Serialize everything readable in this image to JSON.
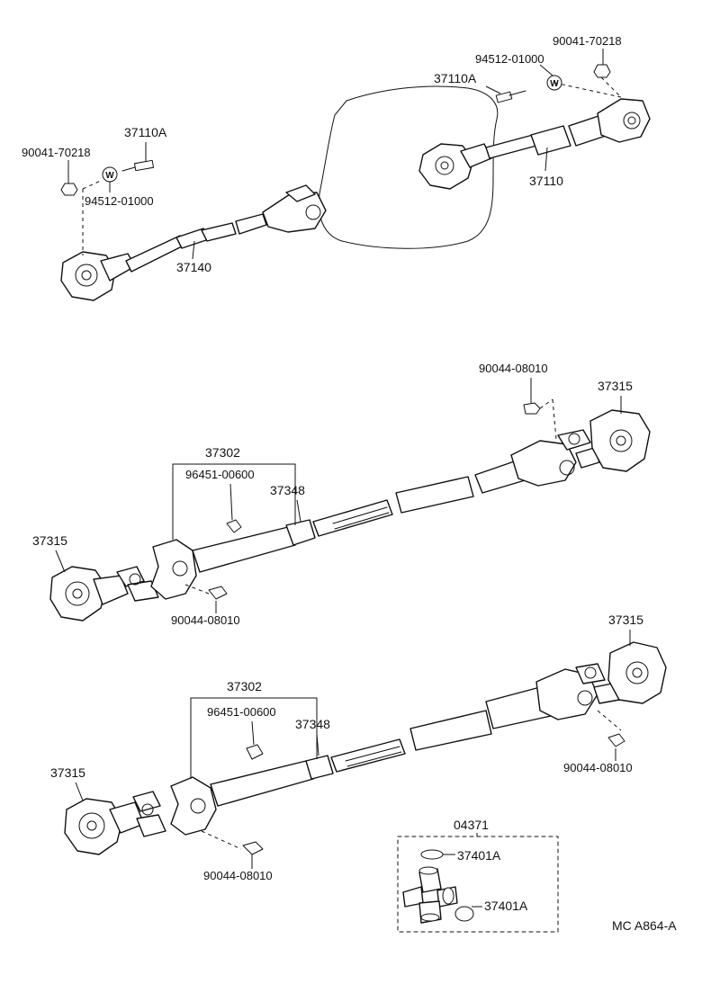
{
  "labels": {
    "p_37110A_top": "37110A",
    "p_94512_top": "94512-01000",
    "p_90041_top": "90041-70218",
    "p_37110": "37110",
    "p_37110A_left": "37110A",
    "p_90041_left": "90041-70218",
    "p_94512_left": "94512-01000",
    "p_37140": "37140",
    "p_90044_mid_top": "90044-08010",
    "p_37315_mid_right": "37315",
    "p_37302_mid": "37302",
    "p_96451_mid": "96451-00600",
    "p_37348_mid": "37348",
    "p_37315_mid_left": "37315",
    "p_90044_mid_bottom": "90044-08010",
    "p_37315_low_right": "37315",
    "p_37302_low": "37302",
    "p_96451_low": "96451-00600",
    "p_37348_low": "37348",
    "p_90044_low_right": "90044-08010",
    "p_37315_low_left": "37315",
    "p_90044_low_bottom": "90044-08010",
    "p_04371": "04371",
    "p_37401A_a": "37401A",
    "p_37401A_b": "37401A",
    "code": "MC A864-A"
  },
  "washer_mark": "W"
}
